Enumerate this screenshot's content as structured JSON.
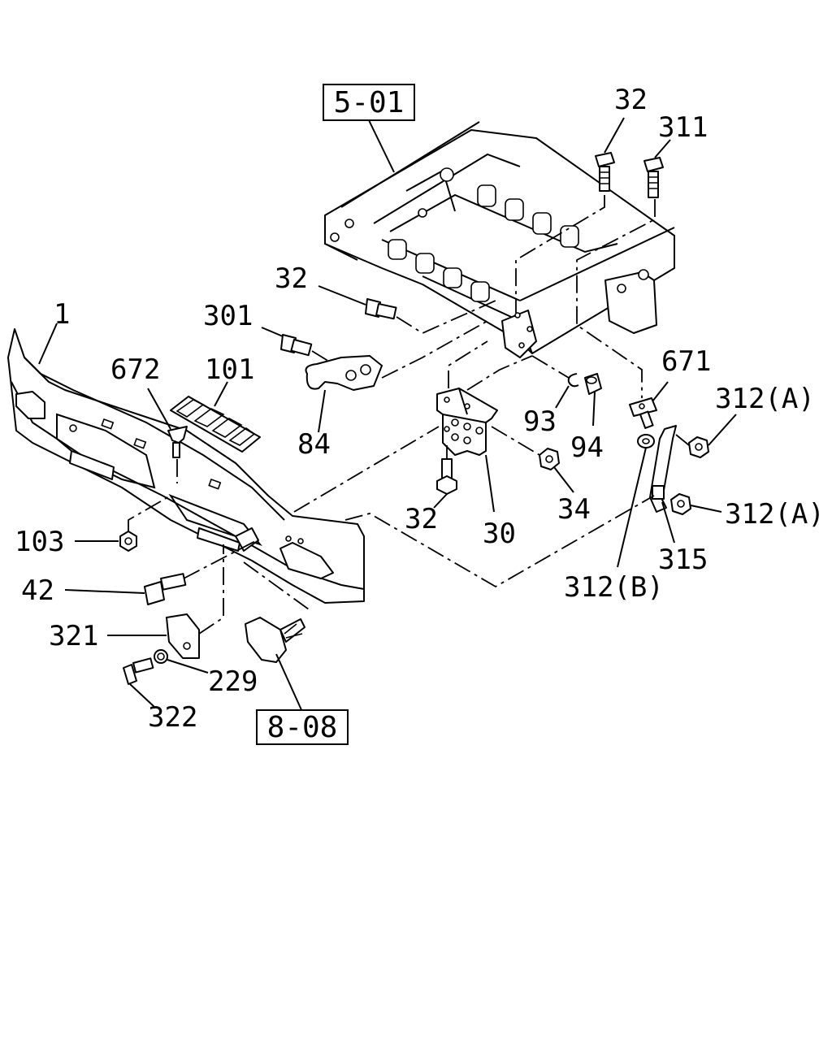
{
  "diagram": {
    "ref_boxes": [
      {
        "id": "frame_ref",
        "text": "5-01"
      },
      {
        "id": "lamp_ref",
        "text": "8-08"
      }
    ],
    "part_labels": [
      {
        "id": "p32_top",
        "text": "32"
      },
      {
        "id": "p311",
        "text": "311"
      },
      {
        "id": "p32_mid",
        "text": "32"
      },
      {
        "id": "p301",
        "text": "301"
      },
      {
        "id": "p1",
        "text": "1"
      },
      {
        "id": "p672",
        "text": "672"
      },
      {
        "id": "p101",
        "text": "101"
      },
      {
        "id": "p84",
        "text": "84"
      },
      {
        "id": "p93",
        "text": "93"
      },
      {
        "id": "p94",
        "text": "94"
      },
      {
        "id": "p671",
        "text": "671"
      },
      {
        "id": "p312a_1",
        "text": "312(A)"
      },
      {
        "id": "p312a_2",
        "text": "312(A)"
      },
      {
        "id": "p315",
        "text": "315"
      },
      {
        "id": "p312b",
        "text": "312(B)"
      },
      {
        "id": "p34",
        "text": "34"
      },
      {
        "id": "p32_low",
        "text": "32"
      },
      {
        "id": "p30",
        "text": "30"
      },
      {
        "id": "p103",
        "text": "103"
      },
      {
        "id": "p42",
        "text": "42"
      },
      {
        "id": "p321",
        "text": "321"
      },
      {
        "id": "p229",
        "text": "229"
      },
      {
        "id": "p322",
        "text": "322"
      }
    ]
  }
}
